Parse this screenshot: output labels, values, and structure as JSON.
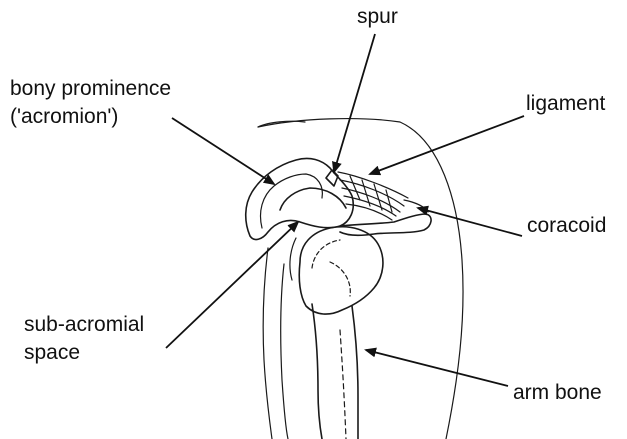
{
  "labels": {
    "spur": "spur",
    "bony_prominence": "bony prominence",
    "acromion": "('acromion')",
    "ligament": "ligament",
    "coracoid": "coracoid",
    "sub_acromial": "sub-acromial",
    "space": "space",
    "arm_bone": "arm bone"
  }
}
